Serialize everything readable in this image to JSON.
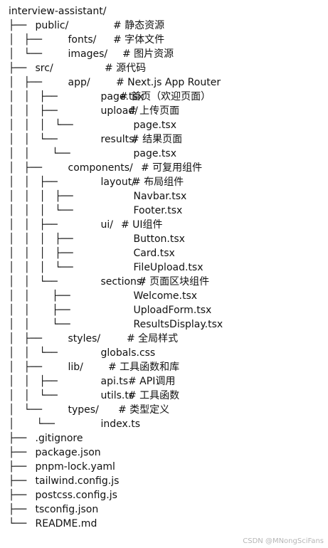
{
  "root": "interview-assistant/",
  "lines": [
    {
      "prefix": "├──",
      "name": "public/",
      "comment": "# 静态资源"
    },
    {
      "prefix": "│   ├──",
      "name": "fonts/",
      "comment": "# 字体文件"
    },
    {
      "prefix": "│   └──",
      "name": "images/",
      "comment": "# 图片资源"
    },
    {
      "prefix": "├──",
      "name": "src/",
      "comment": "# 源代码"
    },
    {
      "prefix": "│   ├──",
      "name": "app/",
      "comment": "# Next.js App Router"
    },
    {
      "prefix": "│   │   ├──",
      "name": "page.tsx",
      "comment": "# 首页（欢迎页面）"
    },
    {
      "prefix": "│   │   ├──",
      "name": "upload/",
      "comment": "# 上传页面"
    },
    {
      "prefix": "│   │   │   └──",
      "name": "page.tsx",
      "comment": ""
    },
    {
      "prefix": "│   │   └──",
      "name": "results/",
      "comment": "# 结果页面"
    },
    {
      "prefix": "│   │       └──",
      "name": "page.tsx",
      "comment": ""
    },
    {
      "prefix": "│   ├──",
      "name": "components/",
      "comment": "# 可复用组件"
    },
    {
      "prefix": "│   │   ├──",
      "name": "layout/",
      "comment": "# 布局组件"
    },
    {
      "prefix": "│   │   │   ├──",
      "name": "Navbar.tsx",
      "comment": ""
    },
    {
      "prefix": "│   │   │   └──",
      "name": "Footer.tsx",
      "comment": ""
    },
    {
      "prefix": "│   │   ├──",
      "name": "ui/",
      "comment": "# UI组件"
    },
    {
      "prefix": "│   │   │   ├──",
      "name": "Button.tsx",
      "comment": ""
    },
    {
      "prefix": "│   │   │   ├──",
      "name": "Card.tsx",
      "comment": ""
    },
    {
      "prefix": "│   │   │   └──",
      "name": "FileUpload.tsx",
      "comment": ""
    },
    {
      "prefix": "│   │   └──",
      "name": "sections/",
      "comment": "# 页面区块组件"
    },
    {
      "prefix": "│   │       ├──",
      "name": "Welcome.tsx",
      "comment": ""
    },
    {
      "prefix": "│   │       ├──",
      "name": "UploadForm.tsx",
      "comment": ""
    },
    {
      "prefix": "│   │       └──",
      "name": "ResultsDisplay.tsx",
      "comment": ""
    },
    {
      "prefix": "│   ├──",
      "name": "styles/",
      "comment": "# 全局样式"
    },
    {
      "prefix": "│   │   └──",
      "name": "globals.css",
      "comment": ""
    },
    {
      "prefix": "│   ├──",
      "name": "lib/",
      "comment": "# 工具函数和库"
    },
    {
      "prefix": "│   │   ├──",
      "name": "api.ts",
      "comment": "# API调用"
    },
    {
      "prefix": "│   │   └──",
      "name": "utils.ts",
      "comment": "# 工具函数"
    },
    {
      "prefix": "│   └──",
      "name": "types/",
      "comment": "# 类型定义"
    },
    {
      "prefix": "│       └──",
      "name": "index.ts",
      "comment": ""
    },
    {
      "prefix": "├──",
      "name": ".gitignore",
      "comment": ""
    },
    {
      "prefix": "├──",
      "name": "package.json",
      "comment": ""
    },
    {
      "prefix": "├──",
      "name": "pnpm-lock.yaml",
      "comment": ""
    },
    {
      "prefix": "├──",
      "name": "tailwind.config.js",
      "comment": ""
    },
    {
      "prefix": "├──",
      "name": "postcss.config.js",
      "comment": ""
    },
    {
      "prefix": "├──",
      "name": "tsconfig.json",
      "comment": ""
    },
    {
      "prefix": "└──",
      "name": "README.md",
      "comment": ""
    }
  ],
  "watermark": "CSDN @MNongSciFans"
}
